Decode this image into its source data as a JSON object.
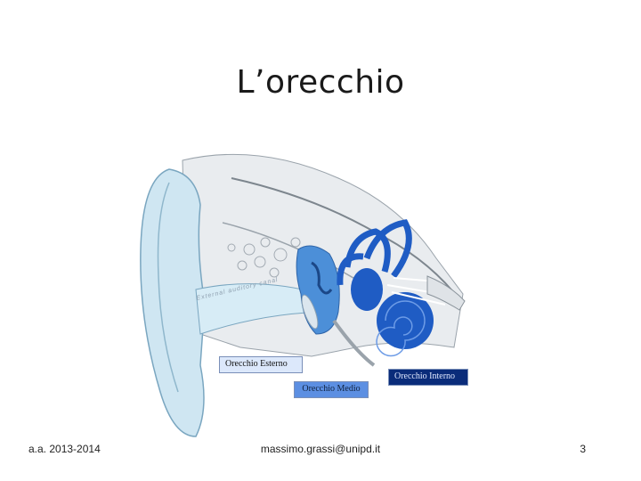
{
  "slide": {
    "title": "L’orecchio"
  },
  "figure": {
    "labels": {
      "external_ear": "Orecchio Esterno",
      "middle_ear": "Orecchio Medio",
      "inner_ear": "Orecchio Interno",
      "canal": "External auditory canal"
    },
    "colors": {
      "external": "#cfe6f2",
      "middle": "#4c8fd8",
      "inner": "#1f5cc4",
      "bone": "#b9bec4"
    }
  },
  "footer": {
    "left": "a.a. 2013-2014",
    "center": "massimo.grassi@unipd.it",
    "page": "3"
  }
}
